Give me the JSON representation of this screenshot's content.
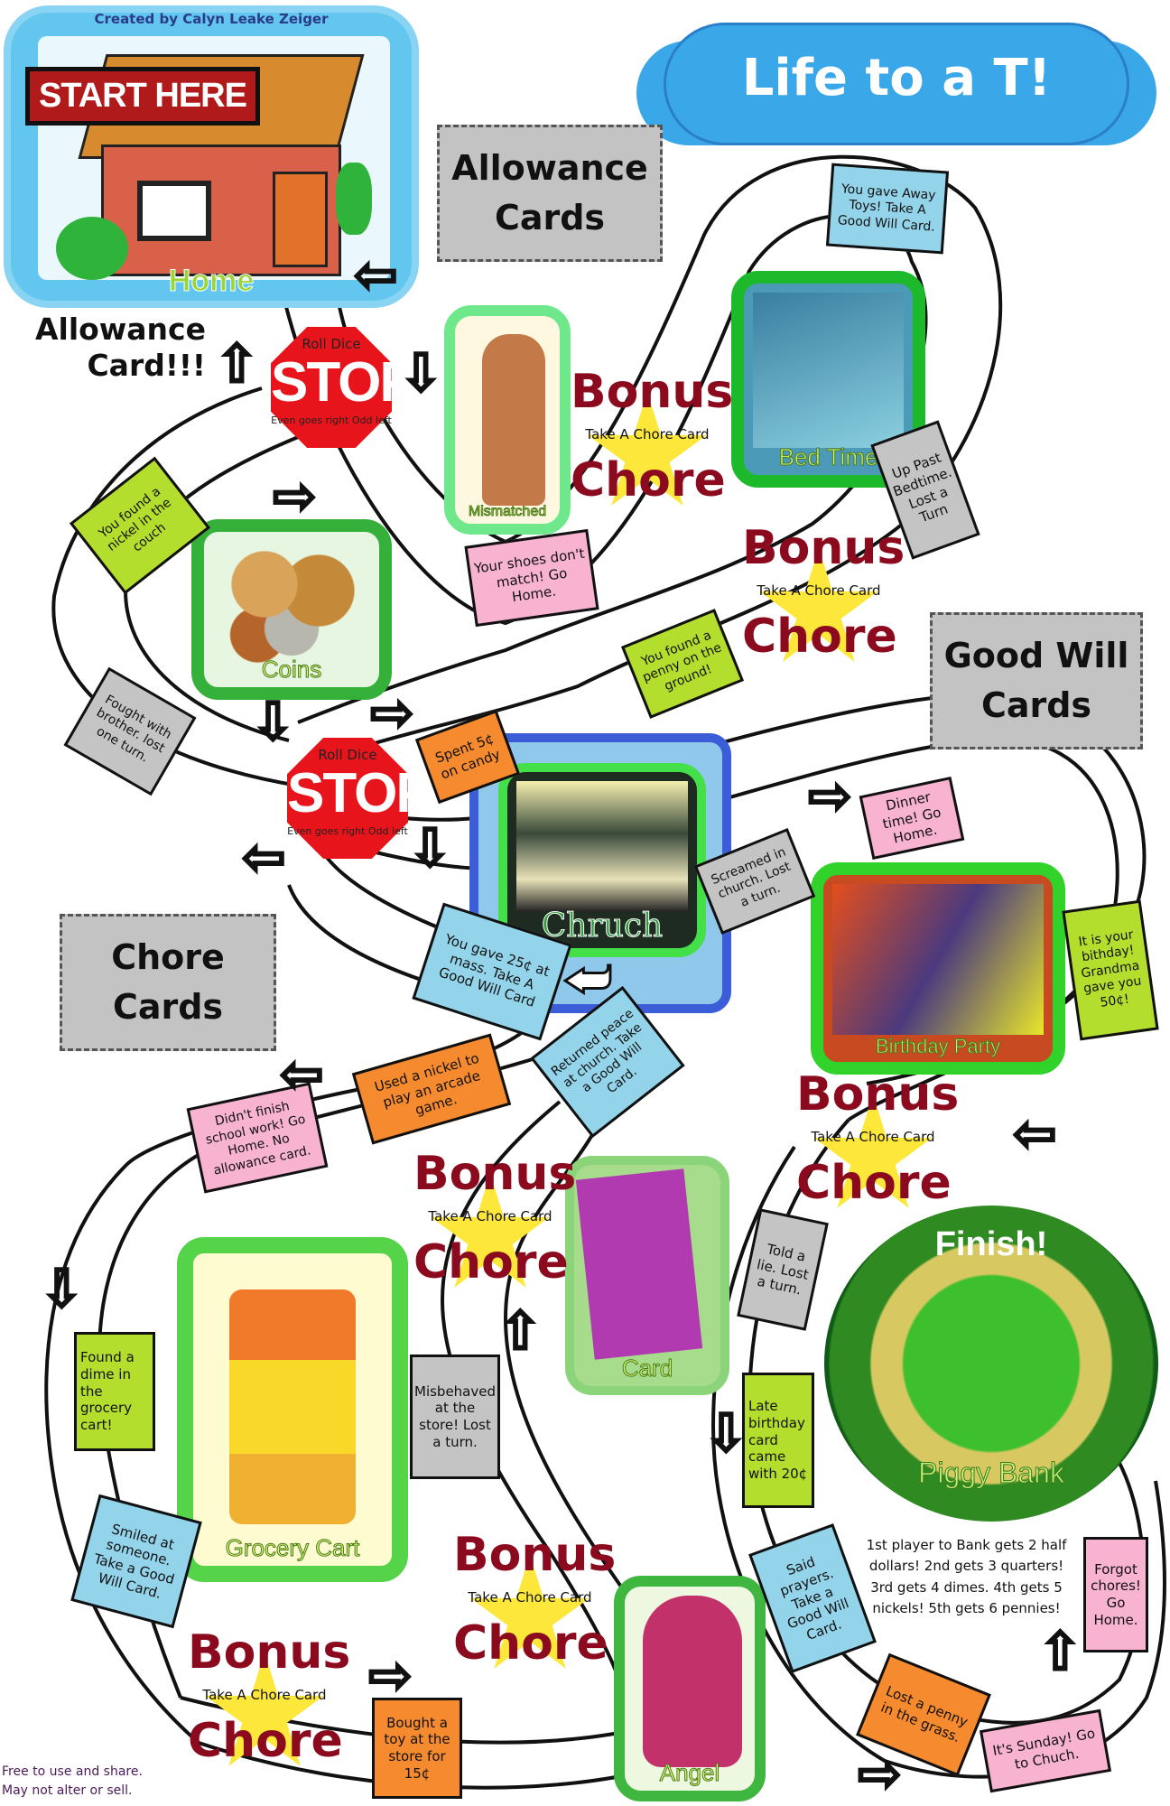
{
  "header": {
    "credit": "Created by Calyn Leake Zeiger",
    "title": "Life to a T!",
    "start_sign": "START HERE",
    "allowance_note": "Allowance Card!!!"
  },
  "decks": {
    "allowance": "Allowance Cards",
    "good_will": "Good Will Cards",
    "chore": "Chore Cards"
  },
  "locations": {
    "home": "Home",
    "mismatched": "Mismatched",
    "bed_time": "Bed Time",
    "coins": "Coins",
    "church": "Chruch",
    "birthday_party": "Birthday Party",
    "card": "Card",
    "grocery_cart": "Grocery Cart",
    "angel": "Angel",
    "finish_title": "Finish!",
    "piggy_bank": "Piggy Bank"
  },
  "stop_signs": {
    "roll": "Roll Dice",
    "stop": "STOP",
    "rule": "Even goes right Odd left"
  },
  "bonus": {
    "top": "Bonus",
    "take": "Take A Chore Card",
    "bottom": "Chore"
  },
  "spaces": {
    "gave_away_toys": "You gave Away Toys! Take A Good Will Card.",
    "up_past_bedtime": "Up Past Bedtime. Lost a Turn",
    "shoes_dont_match": "Your shoes don't match! Go Home.",
    "nickel_couch": "You found a nickel in the couch",
    "penny_ground": "You found a penny on the ground!",
    "fought_brother": "Fought with brother. lost one turn.",
    "spent_candy": "Spent 5¢ on candy",
    "dinner_time": "Dinner time! Go Home.",
    "screamed_church": "Screamed in church. Lost a turn.",
    "gave_mass": "You gave 25¢ at mass. Take A Good Will Card",
    "birthday_grandma": "It is your bithday! Grandma gave you 50¢!",
    "returned_peace": "Returned peace at church. Take a Good Will Card.",
    "arcade": "Used a nickel to play an arcade game.",
    "school_work": "Didn't finish school work! Go Home. No allowance card.",
    "told_lie": "Told a lie. Lost a turn.",
    "dime_grocery": "Found a dime in the grocery cart!",
    "misbehaved_store": "Misbehaved at the store! Lost a turn.",
    "late_birthday": "Late birthday card came with 20¢",
    "smiled": "Smiled at someone. Take a Good Will Card.",
    "said_prayers": "Said prayers. Take a Good Will Card.",
    "forgot_chores": "Forgot chores! Go Home.",
    "bought_toy": "Bought a toy at the store for 15¢",
    "lost_penny": "Lost a penny in the grass.",
    "sunday": "It's Sunday! Go to Chuch."
  },
  "finish_rules": "1st player to Bank gets 2 half dollars! 2nd gets 3 quarters! 3rd gets 4 dimes. 4th gets 5 nickels! 5th gets 6 pennies!",
  "footer": {
    "line1": "Free to use and share.",
    "line2": "May not alter or sell."
  },
  "colors": {
    "pink": "#f7b3cf",
    "blue": "#94d4ea",
    "green": "#b4de2e",
    "orange": "#f68a2e",
    "gray": "#c4c4c4",
    "bonus_red": "#8b0a1e",
    "cloud": "#3aa8e8"
  }
}
